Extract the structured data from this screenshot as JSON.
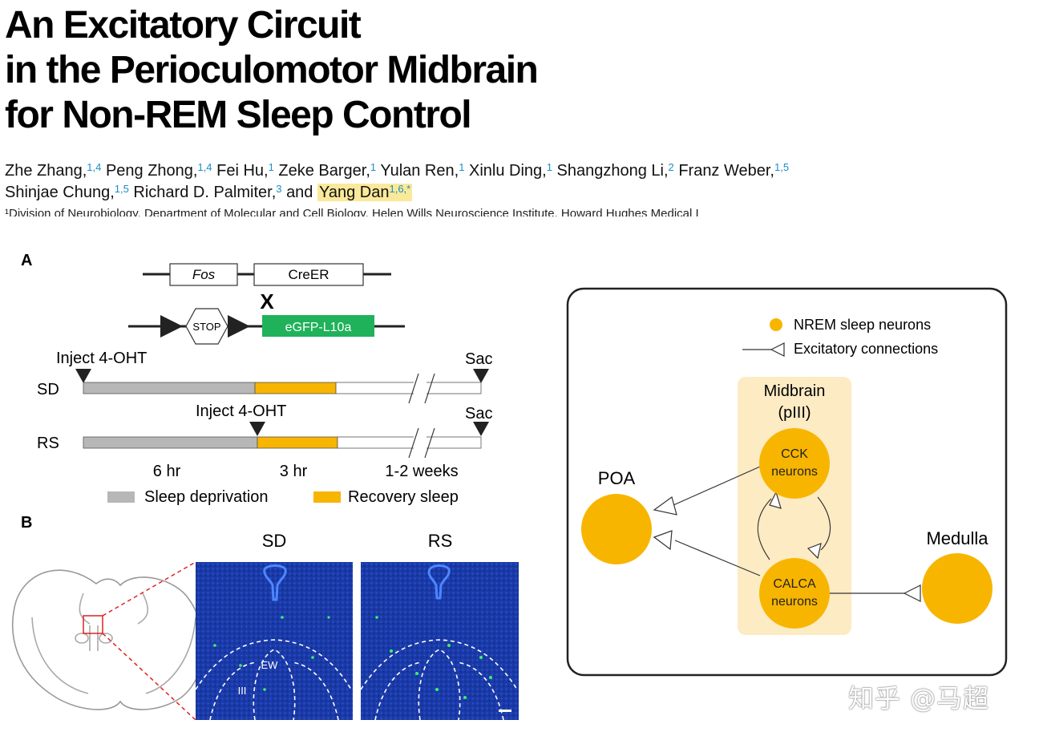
{
  "title": {
    "line1": "An Excitatory Circuit",
    "line2": "in the Perioculomotor Midbrain",
    "line3": "for Non-REM Sleep Control"
  },
  "authors": {
    "line1": [
      {
        "name": "Zhe Zhang,",
        "sup": "1,4"
      },
      {
        "name": "Peng Zhong,",
        "sup": "1,4"
      },
      {
        "name": "Fei Hu,",
        "sup": "1"
      },
      {
        "name": "Zeke Barger,",
        "sup": "1"
      },
      {
        "name": "Yulan Ren,",
        "sup": "1"
      },
      {
        "name": "Xinlu Ding,",
        "sup": "1"
      },
      {
        "name": "Shangzhong Li,",
        "sup": "2"
      },
      {
        "name": "Franz Weber,",
        "sup": "1,5"
      }
    ],
    "line2": [
      {
        "name": "Shinjae Chung,",
        "sup": "1,5"
      },
      {
        "name": "Richard D. Palmiter,",
        "sup": "3"
      }
    ],
    "and_word": "and",
    "last_author": {
      "name": "Yang Dan",
      "sup": "1,6,*"
    }
  },
  "affiliation_partial": "¹Division of Neurobiology, Department of Molecular and Cell Biology, Helen Wills Neuroscience Institute, Howard Hughes Medical I",
  "panel_a": {
    "label": "A",
    "fos": "Fos",
    "creer": "CreER",
    "cross": "X",
    "stop": "STOP",
    "egfp": "eGFP-L10a",
    "inject1": "Inject 4-OHT",
    "inject2": "Inject 4-OHT",
    "sac1": "Sac",
    "sac2": "Sac",
    "sd": "SD",
    "rs": "RS",
    "dur1": "6 hr",
    "dur2": "3 hr",
    "dur3": "1-2 weeks",
    "legend_sd": "Sleep deprivation",
    "legend_rs": "Recovery sleep"
  },
  "panel_b": {
    "label": "B",
    "sd": "SD",
    "rs": "RS",
    "ew": "EW",
    "iii": "III"
  },
  "circuit": {
    "legend_neurons": "NREM sleep neurons",
    "legend_connections": "Excitatory connections",
    "midbrain1": "Midbrain",
    "midbrain2": "(pIII)",
    "poa": "POA",
    "medulla": "Medulla",
    "cck1": "CCK",
    "cck2": "neurons",
    "calca1": "CALCA",
    "calca2": "neurons"
  },
  "watermark": "知乎 @马超",
  "colors": {
    "neuron_orange": "#f7b500",
    "midbrain_bg": "#fdebc4",
    "gray_bar": "#b7b7b7",
    "green_box": "#1fb25a",
    "sup_blue": "#1a8fc9",
    "highlight": "#fbe99a",
    "micrograph_blue": "#1836a8"
  }
}
